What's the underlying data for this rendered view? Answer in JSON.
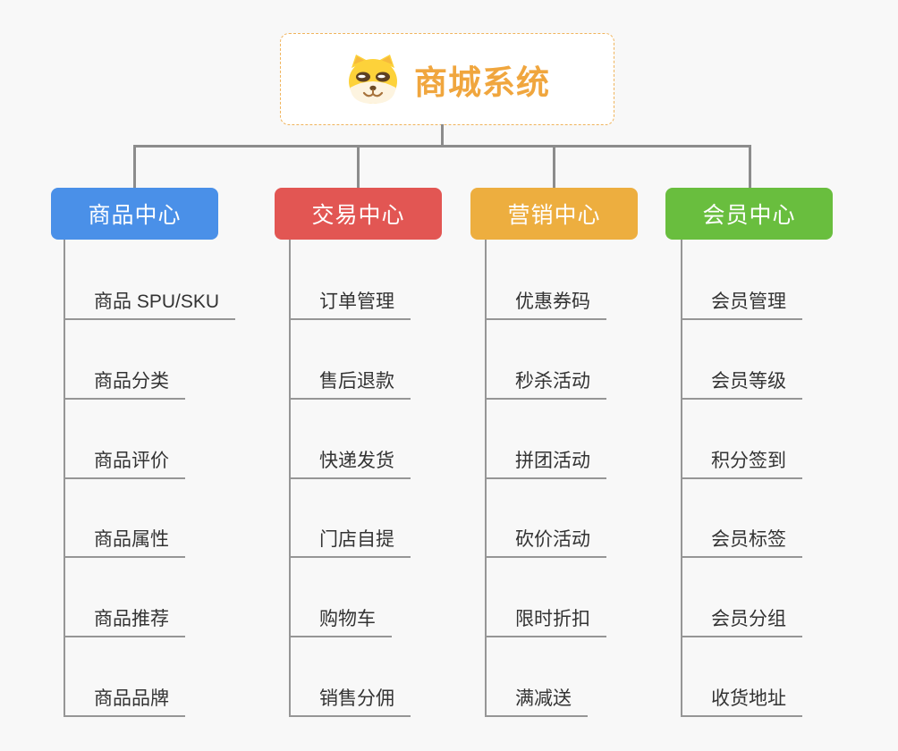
{
  "background_color": "#f8f8f8",
  "connector_color": "#8c8c8c",
  "leaf_line_color": "#969696",
  "root": {
    "title": "商城系统",
    "icon": "dog-face-icon",
    "title_color": "#f0a63e",
    "border_color": "#f0b45c"
  },
  "branches": [
    {
      "label": "商品中心",
      "color": "#4a90e8",
      "items": [
        "商品 SPU/SKU",
        "商品分类",
        "商品评价",
        "商品属性",
        "商品推荐",
        "商品品牌"
      ]
    },
    {
      "label": "交易中心",
      "color": "#e25653",
      "items": [
        "订单管理",
        "售后退款",
        "快递发货",
        "门店自提",
        "购物车",
        "销售分佣"
      ]
    },
    {
      "label": "营销中心",
      "color": "#edae3f",
      "items": [
        "优惠券码",
        "秒杀活动",
        "拼团活动",
        "砍价活动",
        "限时折扣",
        "满减送"
      ]
    },
    {
      "label": "会员中心",
      "color": "#69be3e",
      "items": [
        "会员管理",
        "会员等级",
        "积分签到",
        "会员标签",
        "会员分组",
        "收货地址"
      ]
    }
  ]
}
